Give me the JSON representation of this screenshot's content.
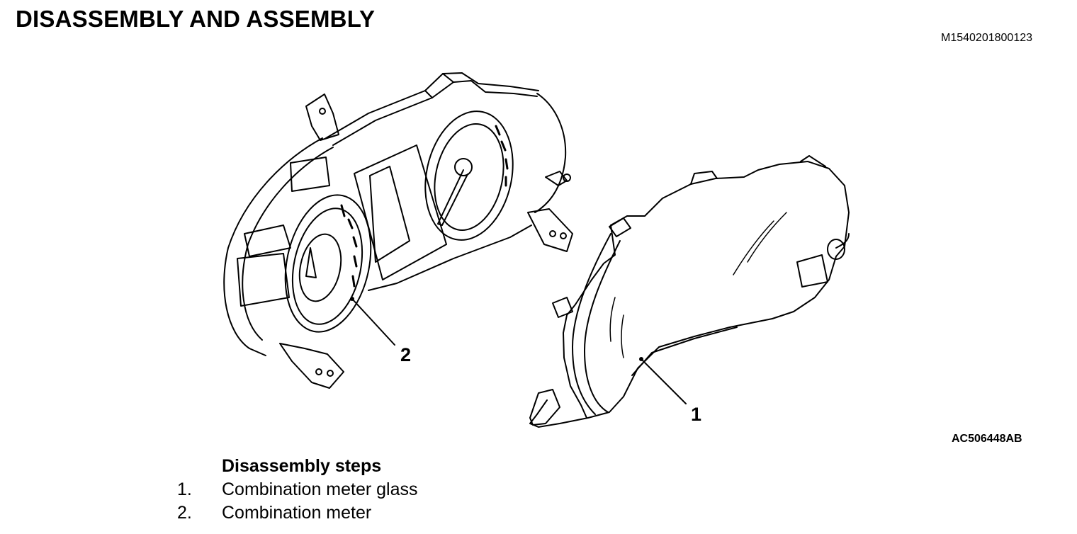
{
  "page": {
    "title": "DISASSEMBLY AND ASSEMBLY",
    "document_id": "M1540201800123"
  },
  "figure": {
    "figure_id": "AC506448AB",
    "callouts": [
      {
        "number": "1"
      },
      {
        "number": "2"
      }
    ]
  },
  "steps": {
    "heading": "Disassembly steps",
    "items": [
      {
        "number": "1.",
        "label": "Combination meter glass"
      },
      {
        "number": "2.",
        "label": "Combination meter"
      }
    ]
  }
}
